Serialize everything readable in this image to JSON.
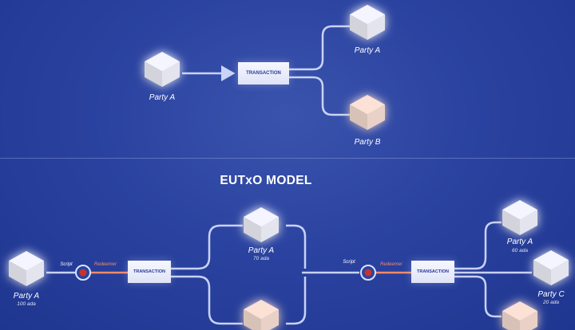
{
  "diagram": {
    "title": "EUTxO MODEL",
    "top": {
      "transaction": "TRANSACTION",
      "input": {
        "name": "Party A"
      },
      "outputs": [
        {
          "name": "Party A"
        },
        {
          "name": "Party B"
        }
      ]
    },
    "bottom": {
      "transaction1": "TRANSACTION",
      "transaction2": "TRANSACTION",
      "script1": "Script",
      "redeemer1": "Redeemer",
      "script2": "Script",
      "redeemer2": "Redeemer",
      "input": {
        "name": "Party A",
        "amount": "100 ada"
      },
      "middle": [
        {
          "name": "Party A",
          "amount": "70 ada"
        }
      ],
      "outputs": [
        {
          "name": "Party A",
          "amount": "60 ada"
        },
        {
          "name": "Party C",
          "amount": "20 ada"
        }
      ]
    }
  },
  "colors": {
    "background": "#2b43a0",
    "line": "#dbe2ff",
    "redeemer": "#f08a6a",
    "datum": "#c8322e",
    "cube_white": "#f4f5ff",
    "cube_peach": "#fbe1d6"
  }
}
